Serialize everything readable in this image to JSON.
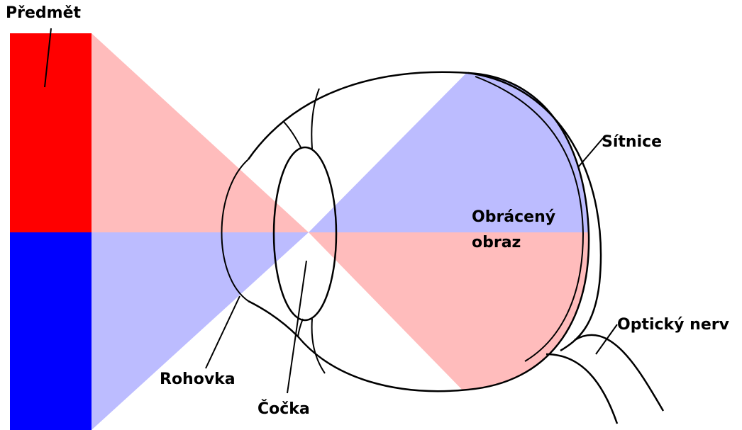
{
  "labels": {
    "object": "Předmět",
    "retina": "Sítnice",
    "inverted_image_line1": "Obrácený",
    "inverted_image_line2": "obraz",
    "optic_nerve": "Optický nerv",
    "cornea": "Rohovka",
    "lens": "Čočka"
  },
  "colors": {
    "object_top": "#ff0000",
    "object_bottom": "#0000ff",
    "red_light": "#ffbcbc",
    "blue_light": "#bcbcff",
    "outline": "#000000",
    "background": "#ffffff"
  }
}
